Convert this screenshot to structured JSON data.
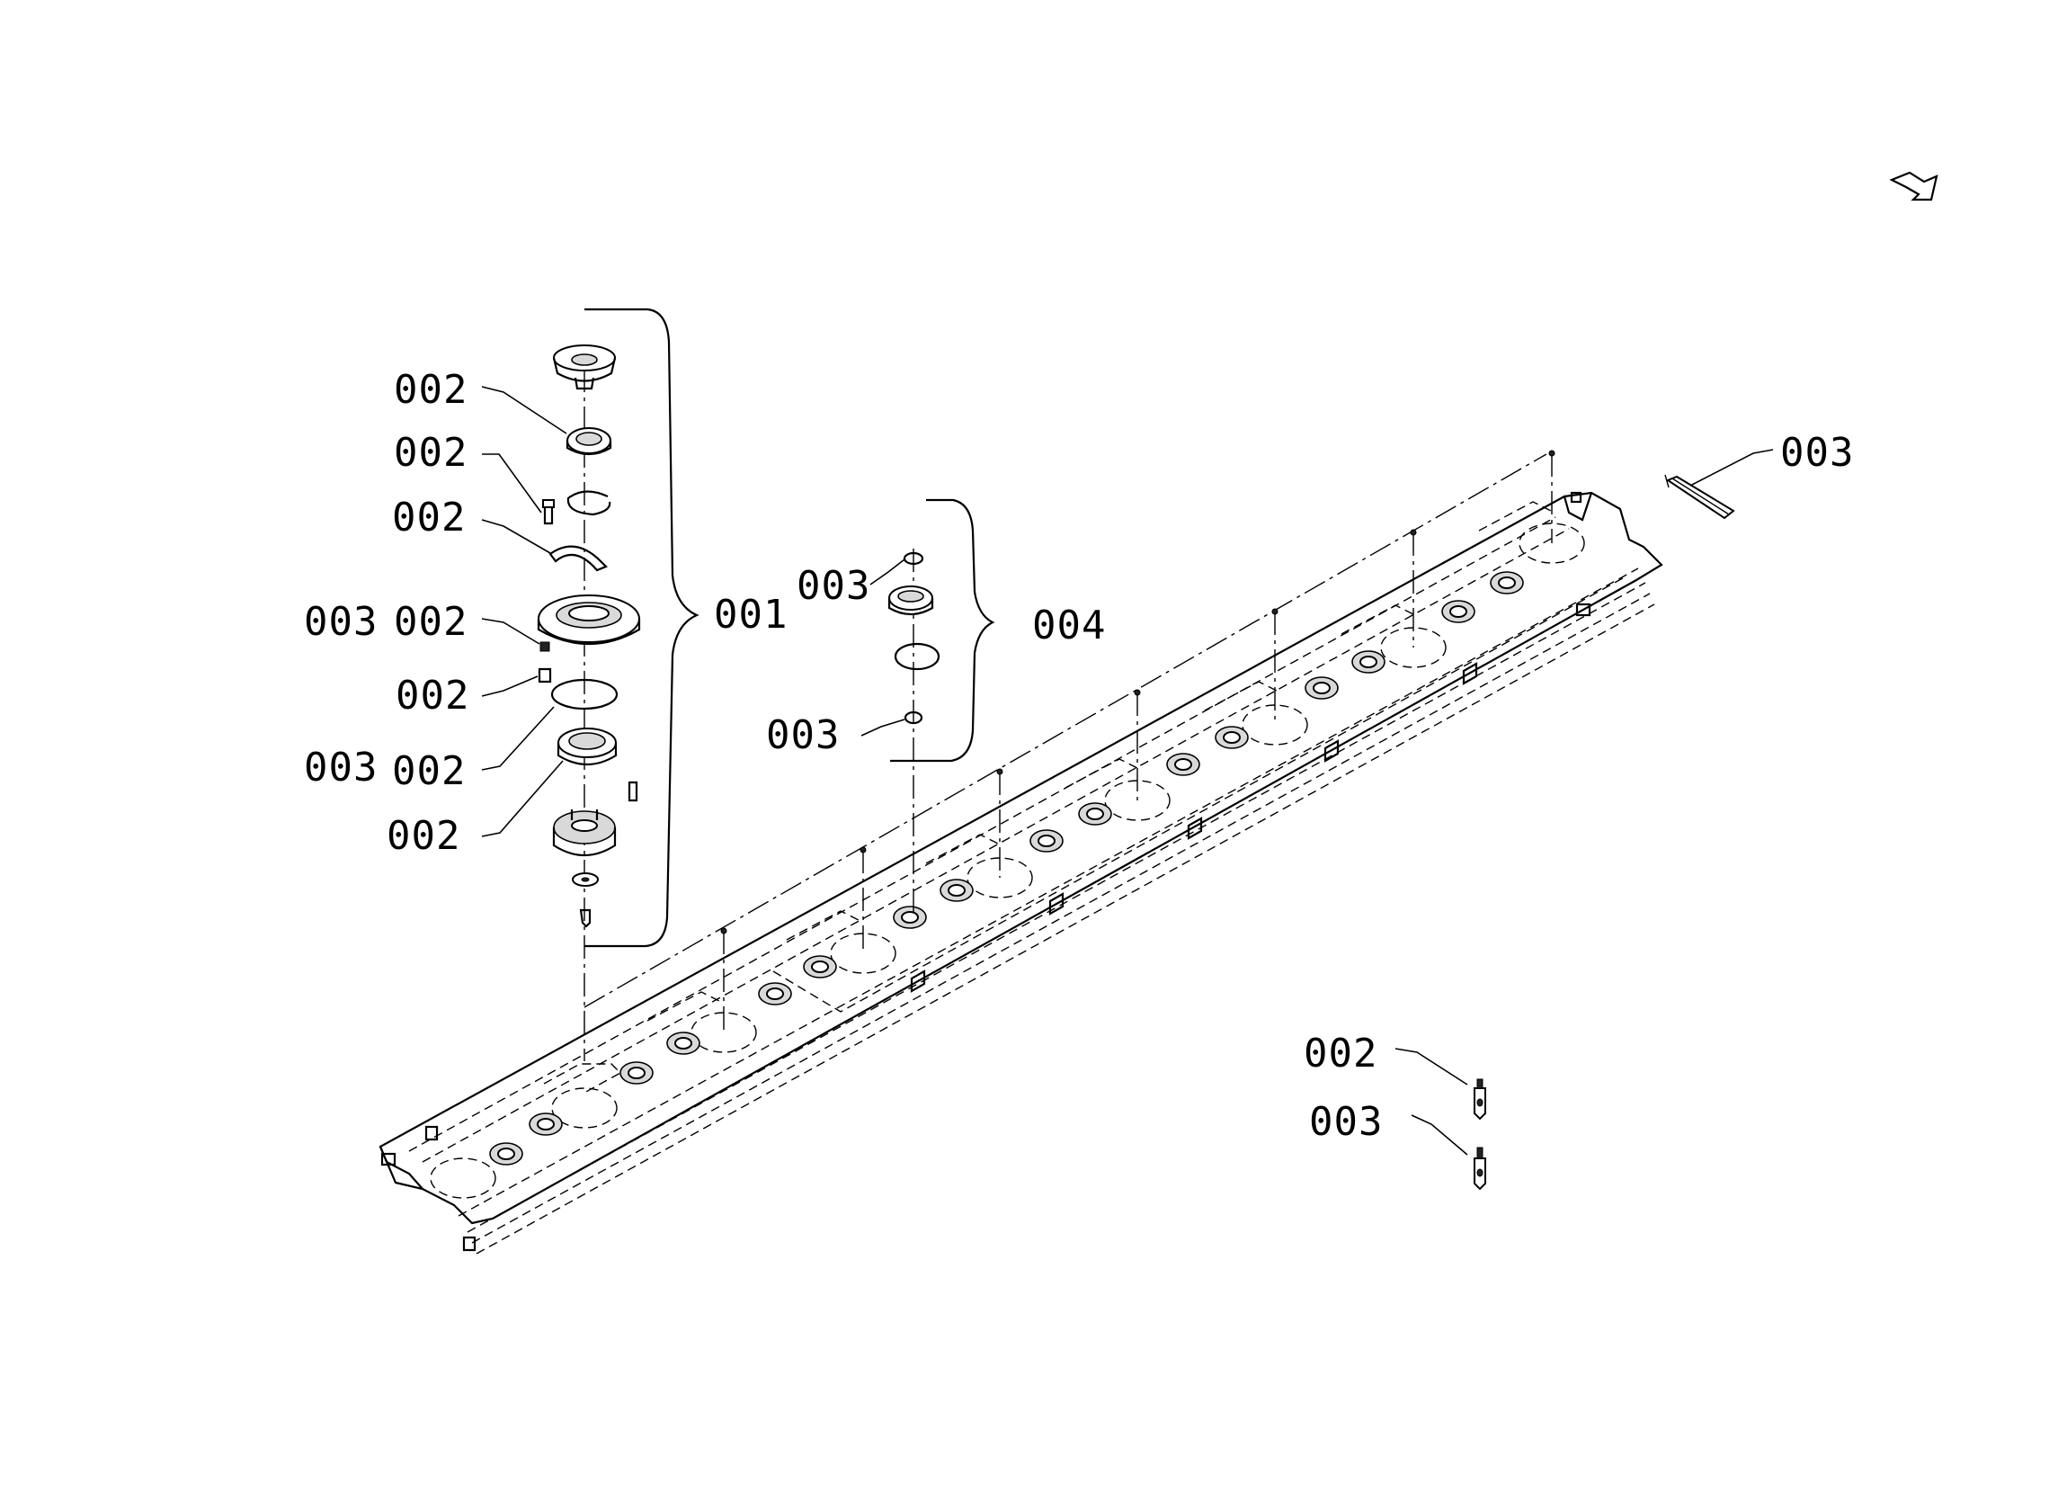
{
  "callouts": {
    "top_bearing": "002",
    "circlip": "002",
    "bolt_upper": "002",
    "bracket": "002",
    "grease_ref": "003",
    "grease_part": "002",
    "plug": "002",
    "oring_ref": "003",
    "oring_part": "002",
    "lower_bearing": "002",
    "assembly_001": "001",
    "small_oring_top": "003",
    "assembly_004": "004",
    "small_oring_bottom": "003",
    "shaft_pin": "003",
    "tube_002": "002",
    "tube_003": "003"
  },
  "icons": {
    "orientation": "direction-arrow-icon"
  }
}
